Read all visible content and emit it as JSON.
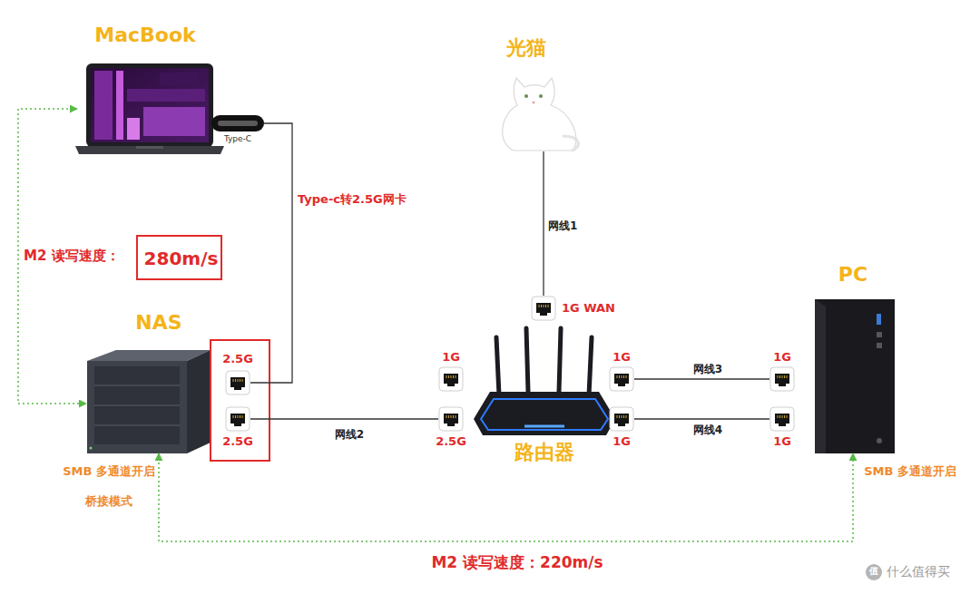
{
  "diagram": {
    "nodes": [
      {
        "text": [
          "MacBook"
        ]
      },
      {
        "text": [
          "Type-C"
        ]
      },
      {
        "text": [
          "光猫"
        ]
      },
      {
        "text": [
          "280m/s"
        ]
      },
      {
        "text": [
          "1G WAN"
        ]
      },
      {
        "text": [
          "PC",
          "SMB 多通道开启"
        ]
      },
      {
        "text": [
          "NAS",
          "SMB 多通道开启",
          "桥接模式"
        ]
      },
      {
        "text": [
          "2.5G"
        ]
      },
      {
        "text": [
          "1G"
        ]
      },
      {
        "text": [
          "路由器"
        ]
      },
      {
        "text": [
          "1G"
        ]
      },
      {
        "text": [
          "1G"
        ]
      },
      {
        "text": [
          "2.5G"
        ]
      },
      {
        "text": [
          "2.5G"
        ]
      },
      {
        "text": [
          "1G"
        ]
      },
      {
        "text": [
          "1G"
        ]
      }
    ],
    "edges": [
      {
        "from": 1,
        "to": 7,
        "arrow": "none",
        "label": "Type-c转2.5G网卡"
      },
      {
        "from": 2,
        "to": 4,
        "arrow": "none",
        "label": "网线1"
      },
      {
        "from": 0,
        "to": 6,
        "arrow": "both",
        "label": "M2 读写速度："
      },
      {
        "from": 12,
        "to": 13,
        "arrow": "none",
        "label": "网线2"
      },
      {
        "from": 10,
        "to": 11,
        "arrow": "none",
        "label": "网线3"
      },
      {
        "from": 14,
        "to": 15,
        "arrow": "none",
        "label": "网线4"
      },
      {
        "from": 6,
        "to": 5,
        "arrow": "both",
        "label": "M2 读写速度：220m/s"
      }
    ],
    "labels": [
      "值",
      "什么值得买"
    ]
  }
}
